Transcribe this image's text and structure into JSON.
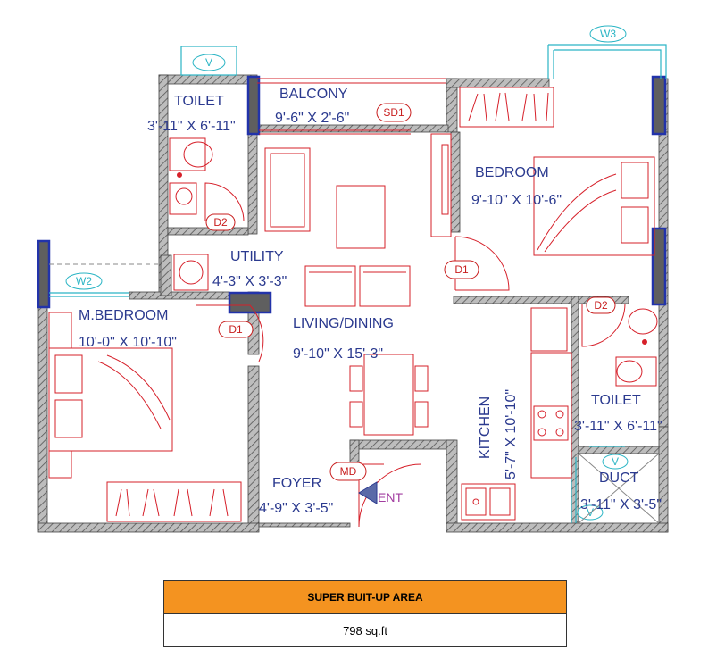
{
  "rooms": {
    "toilet1": {
      "name": "TOILET",
      "size": "3'-11\" X 6'-11\""
    },
    "balcony": {
      "name": "BALCONY",
      "size": "9'-6\" X 2'-6\""
    },
    "bedroom": {
      "name": "BEDROOM",
      "size": "9'-10\" X 10'-6\""
    },
    "utility": {
      "name": "UTILITY",
      "size": "4'-3\" X 3'-3\""
    },
    "mbedroom": {
      "name": "M.BEDROOM",
      "size": "10'-0\" X 10'-10\""
    },
    "living": {
      "name": "LIVING/DINING",
      "size": "9'-10\" X 15'-3\""
    },
    "kitchen": {
      "name": "KITCHEN",
      "size": "5'-7\" X 10'-10\""
    },
    "toilet2": {
      "name": "TOILET",
      "size": "3'-11\" X 6'-11\""
    },
    "duct": {
      "name": "DUCT",
      "size": "3'-11\" X 3'-5\""
    },
    "foyer": {
      "name": "FOYER",
      "size": "4'-9\" X 3'-5\""
    }
  },
  "tags": {
    "sd1": "SD1",
    "d2_utility": "D2",
    "d1_bedroom": "D1",
    "d2_toilet": "D2",
    "d1_mbedroom": "D1",
    "md": "MD"
  },
  "windows": {
    "v_top": "V",
    "w3": "W3",
    "w2": "W2",
    "v_duct1": "V",
    "v_duct2": "V"
  },
  "entrance": "ENT",
  "area_table": {
    "header": "SUPER BUIT-UP AREA",
    "value": "798 sq.ft"
  },
  "colors": {
    "wall": "#555555",
    "furniture": "#d6202a",
    "label": "#2b3a8f",
    "window": "#2bb5c5",
    "column": "#5f5f5f",
    "column_border": "#2233aa",
    "header_bg": "#f49320"
  }
}
